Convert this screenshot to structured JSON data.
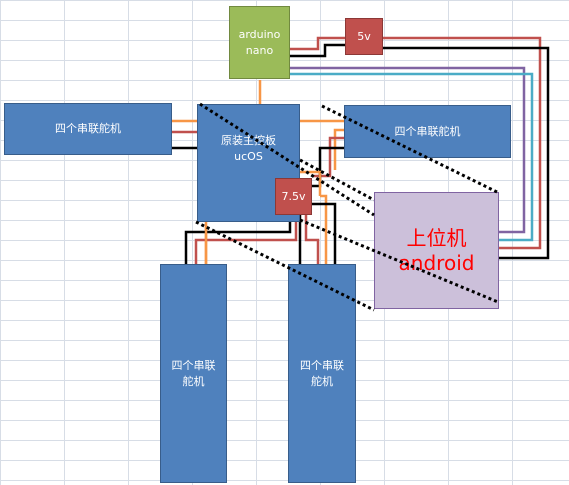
{
  "boxes": {
    "servo_left": "四个串联舵机",
    "servo_right_top": "四个串联舵机",
    "servo_bottom_left": "四个串联\n舵机",
    "servo_bottom_right": "四个串联\n舵机",
    "arduino": "arduino\nnano",
    "controller": "原装主控板\nucOS",
    "power_5v": "5v",
    "power_7_5v": "7.5v",
    "host_line1": "上位机",
    "host_line2": "android"
  },
  "colors": {
    "servo_box": "#4f81bd",
    "arduino_box": "#9bbb59",
    "power_box": "#c0504d",
    "host_box": "#ccc0da",
    "host_text": "#ff0000",
    "wire_orange": "#f79646",
    "wire_red": "#c0504d",
    "wire_black": "#000000",
    "wire_purple": "#8064a2",
    "wire_cyan": "#4bacc6"
  }
}
